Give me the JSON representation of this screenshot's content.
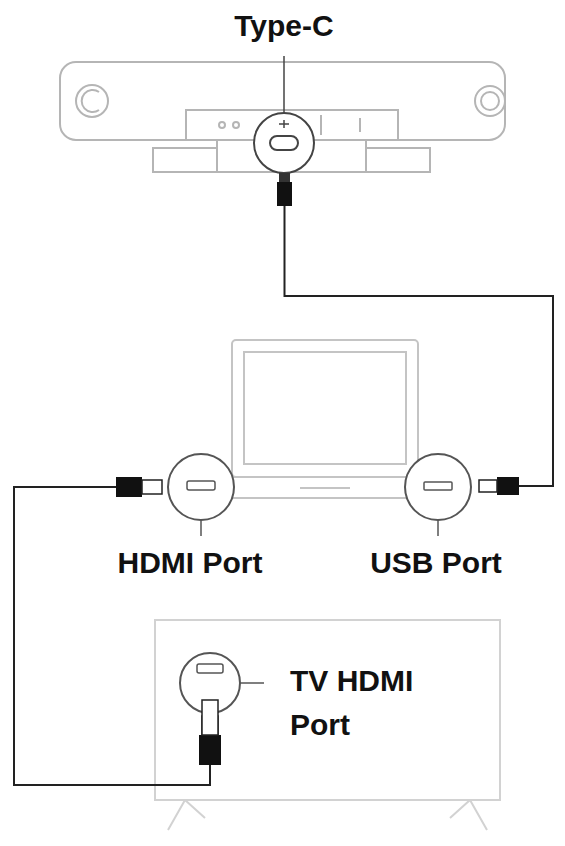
{
  "diagram": {
    "labels": [
      "Type-C",
      "HDMI Port",
      "USB Port",
      "TV HDMI Port"
    ]
  }
}
